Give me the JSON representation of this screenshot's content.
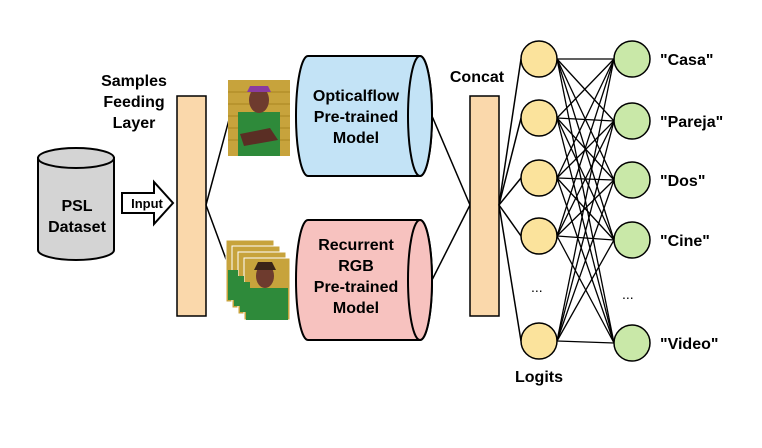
{
  "dataset": {
    "line1": "PSL",
    "line2": "Dataset"
  },
  "input_arrow": {
    "label": "Input"
  },
  "samples_layer": {
    "line1": "Samples",
    "line2": "Feeding",
    "line3": "Layer"
  },
  "optical_model": {
    "line1": "Opticalflow",
    "line2": "Pre-trained",
    "line3": "Model"
  },
  "rgb_model": {
    "line1": "Recurrent",
    "line2": "RGB",
    "line3": "Pre-trained",
    "line4": "Model"
  },
  "concat": {
    "label": "Concat"
  },
  "logits": {
    "label": "Logits",
    "ellipsis": "..."
  },
  "outputs": {
    "items": [
      "\"Casa\"",
      "\"Pareja\"",
      "\"Dos\"",
      "\"Cine\"",
      "\"Video\""
    ],
    "ellipsis": "..."
  },
  "colors": {
    "optical_fill": "#c3e3f6",
    "rgb_fill": "#f7c2bf",
    "layer_fill": "#fad8ab",
    "logit_node_fill": "#fbe39c",
    "output_node_fill": "#c9e8a8",
    "dataset_fill": "#d4d4d4"
  }
}
